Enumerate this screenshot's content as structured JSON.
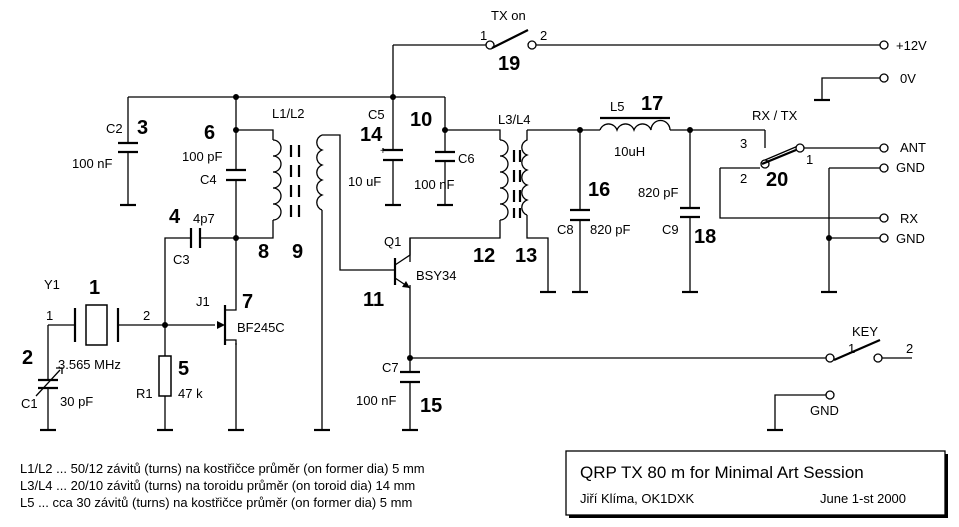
{
  "labels": {
    "tx_on": "TX on",
    "sw_tx_pin1": "1",
    "sw_tx_pin2": "2",
    "plus12v": "+12V",
    "zero_v": "0V",
    "c2": "C2",
    "c2_val": "100 nF",
    "c5": "C5",
    "c5_val": "10 uF",
    "c6": "C6",
    "c6_val": "100 nF",
    "c4": "C4",
    "c4_val": "100 pF",
    "c3": "C3",
    "c3_val": "4p7",
    "l1l2": "L1/L2",
    "l3l4": "L3/L4",
    "l5": "L5",
    "l5_val": "10uH",
    "c8": "C8",
    "c8_val": "820 pF",
    "c9": "C9",
    "c9_val": "820 pF",
    "rx_tx": "RX / TX",
    "sw_rt_pin3": "3",
    "sw_rt_pin2": "2",
    "sw_rt_pin1": "1",
    "ant": "ANT",
    "gnd1": "GND",
    "rx": "RX",
    "gnd2": "GND",
    "q1": "Q1",
    "q1_type": "BSY34",
    "j1": "J1",
    "j1_type": "BF245C",
    "y1": "Y1",
    "y1_pin1": "1",
    "y1_pin2": "2",
    "y1_val": "3.565 MHz",
    "c1": "C1",
    "c1_val": "30 pF",
    "r1": "R1",
    "r1_val": "47 k",
    "c7": "C7",
    "c7_val": "100 nF",
    "key": "KEY",
    "key_pin1": "1",
    "key_pin2": "2",
    "gnd3": "GND"
  },
  "nodes": {
    "n1": "1",
    "n2": "2",
    "n3": "3",
    "n4": "4",
    "n5": "5",
    "n6": "6",
    "n7": "7",
    "n8": "8",
    "n9": "9",
    "n10": "10",
    "n11": "11",
    "n12": "12",
    "n13": "13",
    "n14": "14",
    "n15": "15",
    "n16": "16",
    "n17": "17",
    "n18": "18",
    "n19": "19",
    "n20": "20"
  },
  "notes": [
    "L1/L2 ... 50/12 závitů (turns) na kostřičce průměr (on former dia) 5 mm",
    "L3/L4 ... 20/10 závitů (turns) na toroidu průměr (on toroid dia) 14 mm",
    "L5 ... cca 30 závitů (turns) na kostřičce průměr (on former dia) 5 mm"
  ],
  "title_block": {
    "title": "QRP TX 80 m for Minimal Art Session",
    "author": "Jiří Klíma, OK1DXK",
    "date": "June 1-st 2000"
  }
}
